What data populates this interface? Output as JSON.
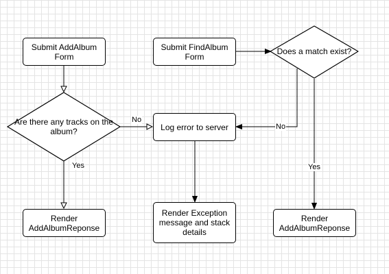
{
  "nodes": {
    "submit_add": "Submit AddAlbum Form",
    "submit_find": "Submit FindAlbum Form",
    "match_decision": "Does a match exist?",
    "tracks_decision": "Are there any tracks on the album?",
    "log_error": "Log error to server",
    "render_add_left": "Render AddAlbumReponse",
    "render_exception": "Render Exception message and stack details",
    "render_add_right": "Render AddAlbumReponse"
  },
  "edges": {
    "tracks_no": "No",
    "tracks_yes": "Yes",
    "match_no": "No",
    "match_yes": "Yes"
  }
}
